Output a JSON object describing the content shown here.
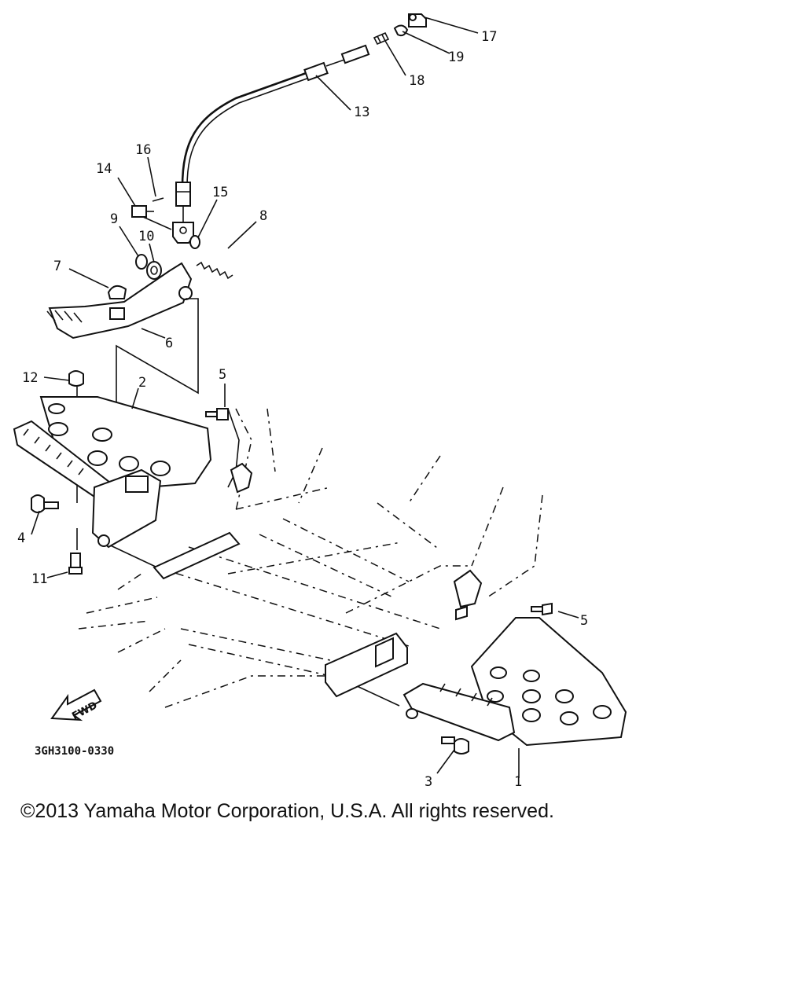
{
  "diagram": {
    "callouts": [
      {
        "id": "c1",
        "text": "1"
      },
      {
        "id": "c2",
        "text": "2"
      },
      {
        "id": "c3",
        "text": "3"
      },
      {
        "id": "c4",
        "text": "4"
      },
      {
        "id": "c5a",
        "text": "5"
      },
      {
        "id": "c5b",
        "text": "5"
      },
      {
        "id": "c6",
        "text": "6"
      },
      {
        "id": "c7",
        "text": "7"
      },
      {
        "id": "c8",
        "text": "8"
      },
      {
        "id": "c9",
        "text": "9"
      },
      {
        "id": "c10",
        "text": "10"
      },
      {
        "id": "c11",
        "text": "11"
      },
      {
        "id": "c12",
        "text": "12"
      },
      {
        "id": "c13",
        "text": "13"
      },
      {
        "id": "c14",
        "text": "14"
      },
      {
        "id": "c15",
        "text": "15"
      },
      {
        "id": "c16",
        "text": "16"
      },
      {
        "id": "c17",
        "text": "17"
      },
      {
        "id": "c18",
        "text": "18"
      },
      {
        "id": "c19",
        "text": "19"
      }
    ],
    "direction_label": "FWD",
    "drawing_code": "3GH3100-0330"
  },
  "footer": {
    "copyright": "©2013 Yamaha Motor Corporation, U.S.A. All rights reserved."
  }
}
